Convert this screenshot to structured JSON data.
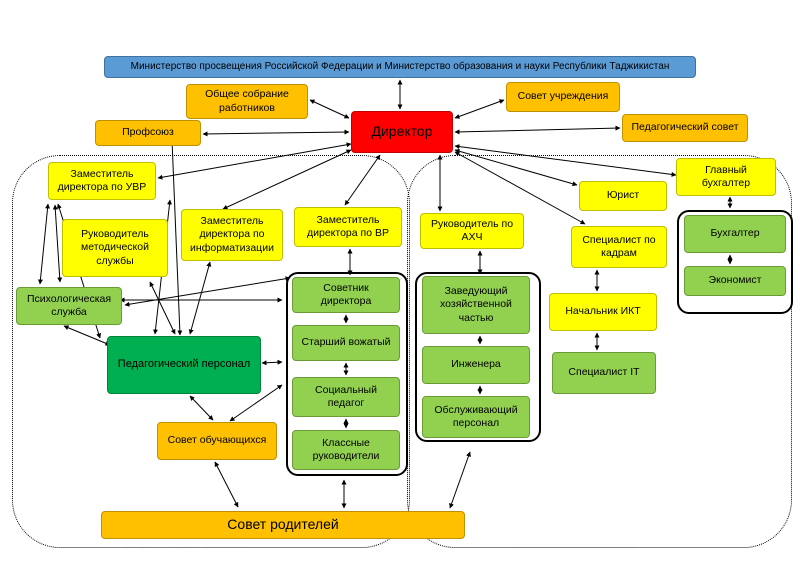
{
  "nodes": {
    "ministry": "Министерство просвещения Российской Федерации и Министерство образования и науки Республики Таджикистан",
    "general_meeting": "Общее собрание работников",
    "institution_council": "Совет учреждения",
    "director": "Директор",
    "trade_union": "Профсоюз",
    "pedagogical_council": "Педагогический совет",
    "deputy_uvr": "Заместитель директора по УВР",
    "lawyer": "Юрист",
    "chief_accountant": "Главный бухгалтер",
    "head_methodical": "Руководитель методической службы",
    "deputy_informatization": "Заместитель директора по информатизации",
    "deputy_vr": "Заместитель директора по ВР",
    "head_ahch": "Руководитель по АХЧ",
    "hr_specialist": "Специалист по кадрам",
    "accountant": "Бухгалтер",
    "economist": "Экономист",
    "psych_service": "Психологическая служба",
    "advisor_director": "Советник директора",
    "household_manager": "Заведующий хозяйственной частью",
    "head_ict": "Начальник ИКТ",
    "pedagogical_staff": "Педагогический персонал",
    "senior_counselor": "Старший вожатый",
    "engineers": "Инженера",
    "it_specialist": "Специалист IT",
    "social_pedagogue": "Социальный педагог",
    "service_staff": "Обслуживающий персонал",
    "student_council": "Совет обучающихся",
    "class_teachers": "Классные руководители",
    "parents_council": "Совет родителей"
  },
  "colors": {
    "ministry": "#5b9bd5",
    "councils": "#ffc000",
    "director": "#ff0000",
    "management": "#ffff00",
    "staff": "#92d050",
    "pedagogical_staff": "#00b050"
  },
  "connector_style": "double-headed arrows",
  "region_border": "dotted"
}
